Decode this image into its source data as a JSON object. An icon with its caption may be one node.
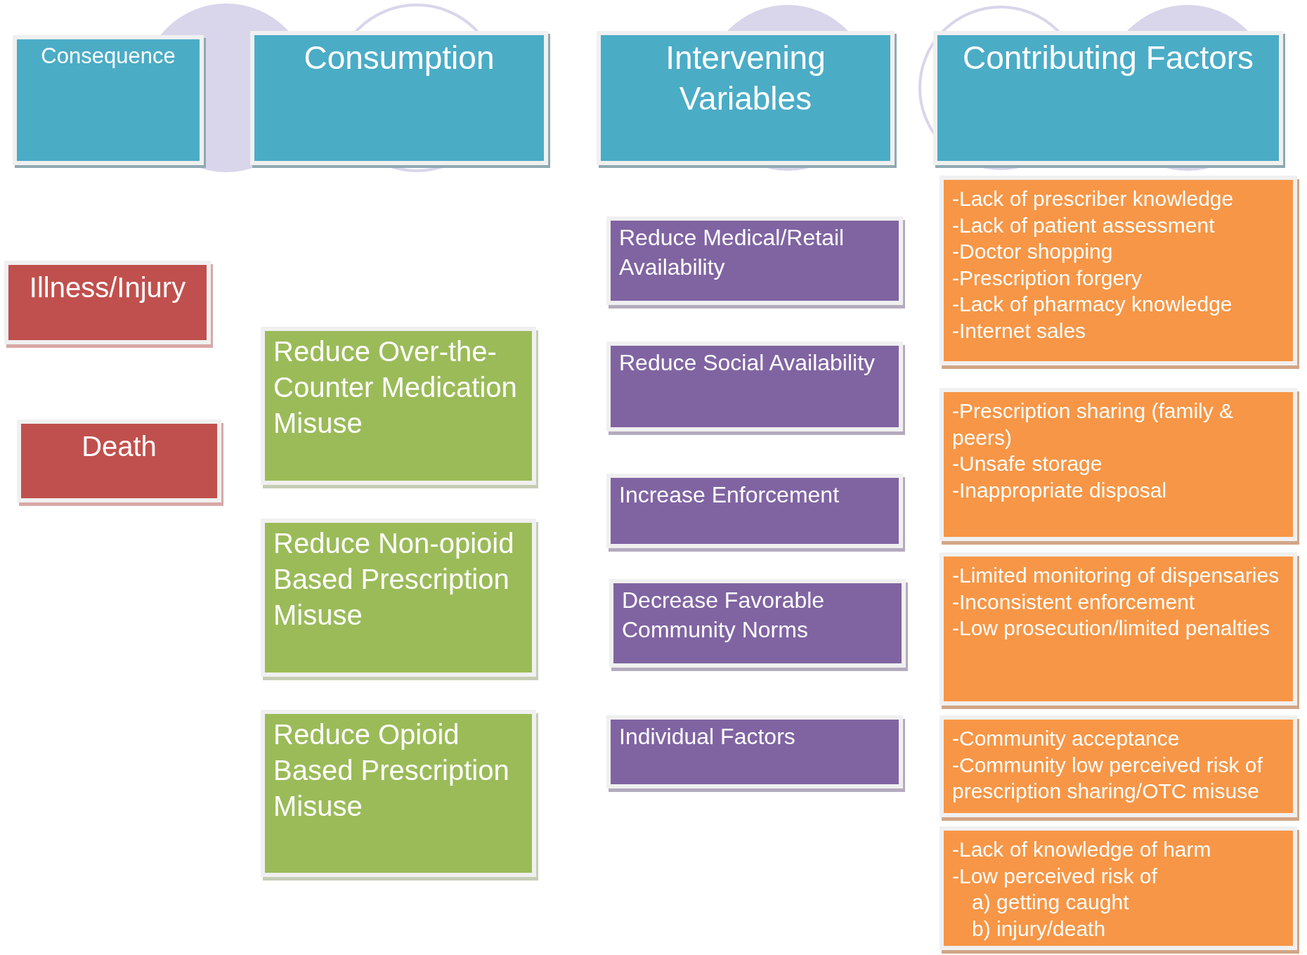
{
  "diagram": {
    "nodes": [
      {
        "text": [
          "Consequence"
        ]
      },
      {
        "text": [
          "Consumption"
        ]
      },
      {
        "text": [
          "Intervening Variables"
        ]
      },
      {
        "text": [
          "Contributing Factors"
        ]
      },
      {
        "text": [
          "Illness/Injury"
        ]
      },
      {
        "text": [
          "Death"
        ]
      },
      {
        "text": [
          "Reduce Over-the-Counter Medication Misuse"
        ]
      },
      {
        "text": [
          "Reduce Non-opioid Based Prescription Misuse"
        ]
      },
      {
        "text": [
          "Reduce Opioid Based Prescription Misuse"
        ]
      },
      {
        "text": [
          "Reduce Medical/Retail Availability"
        ]
      },
      {
        "text": [
          "Reduce Social Availability"
        ]
      },
      {
        "text": [
          "Increase Enforcement"
        ]
      },
      {
        "text": [
          "Decrease Favorable Community Norms"
        ]
      },
      {
        "text": [
          "Individual Factors"
        ]
      },
      {
        "text": [
          "-Lack of prescriber knowledge",
          "-Lack of patient assessment",
          "-Doctor shopping",
          "-Prescription forgery",
          "-Lack of pharmacy knowledge",
          "-Internet sales"
        ]
      },
      {
        "text": [
          "-Prescription sharing (family & peers)",
          "-Unsafe storage",
          "-Inappropriate disposal"
        ]
      },
      {
        "text": [
          "-Limited monitoring of dispensaries",
          "-Inconsistent enforcement",
          "-Low prosecution/limited penalties"
        ]
      },
      {
        "text": [
          "-Community acceptance",
          "-Community low perceived risk of prescription sharing/OTC misuse"
        ]
      },
      {
        "text": [
          "-Lack of knowledge of harm",
          "-Low perceived risk of",
          "a) getting caught",
          "b) injury/death"
        ]
      }
    ]
  }
}
